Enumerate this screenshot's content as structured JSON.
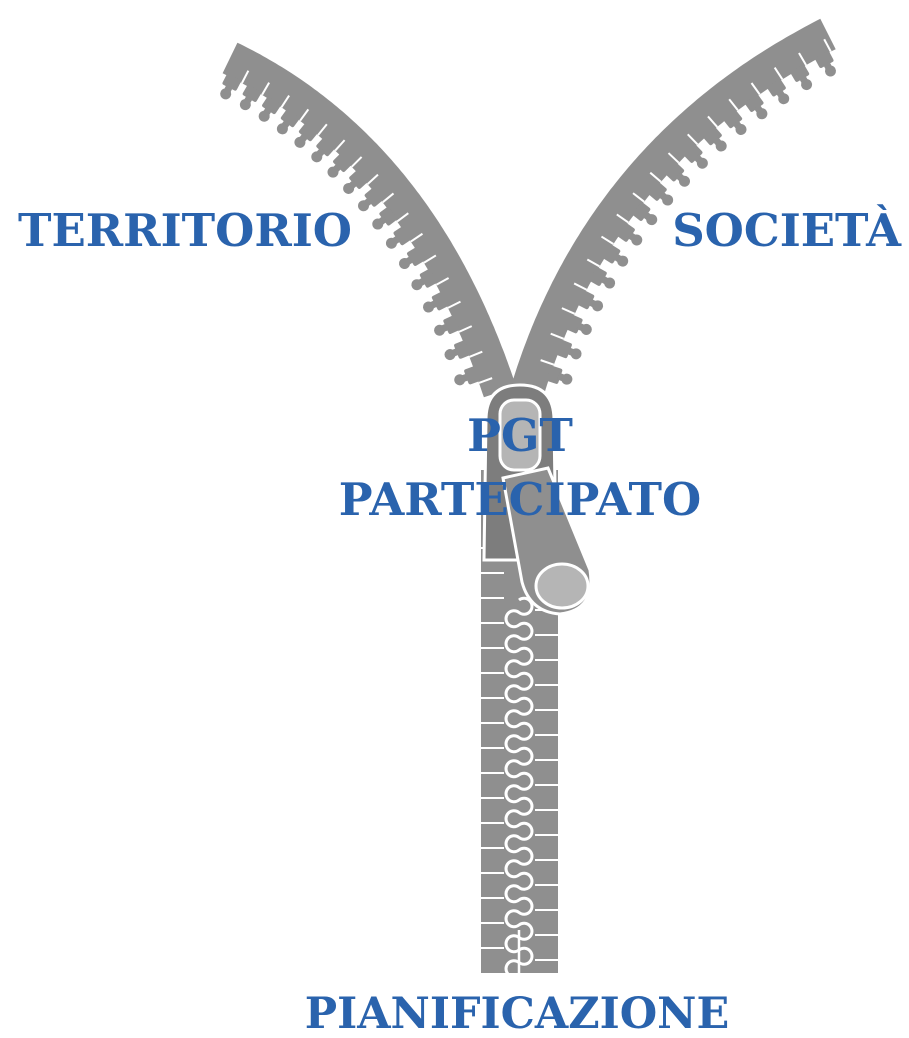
{
  "labels": {
    "left": "TERRITORIO",
    "right": "SOCIETÀ",
    "center_line1": "PGT",
    "center_line2": "PARTECIPATO",
    "bottom": "PIANIFICAZIONE"
  },
  "colors": {
    "label_text": "#2a63ad",
    "zipper": "#8f8f8f",
    "zipper_dark": "#7d7d7d",
    "zipper_light": "#b5b5b5",
    "background": "#ffffff"
  },
  "icons": {
    "main": "zipper-icon"
  }
}
